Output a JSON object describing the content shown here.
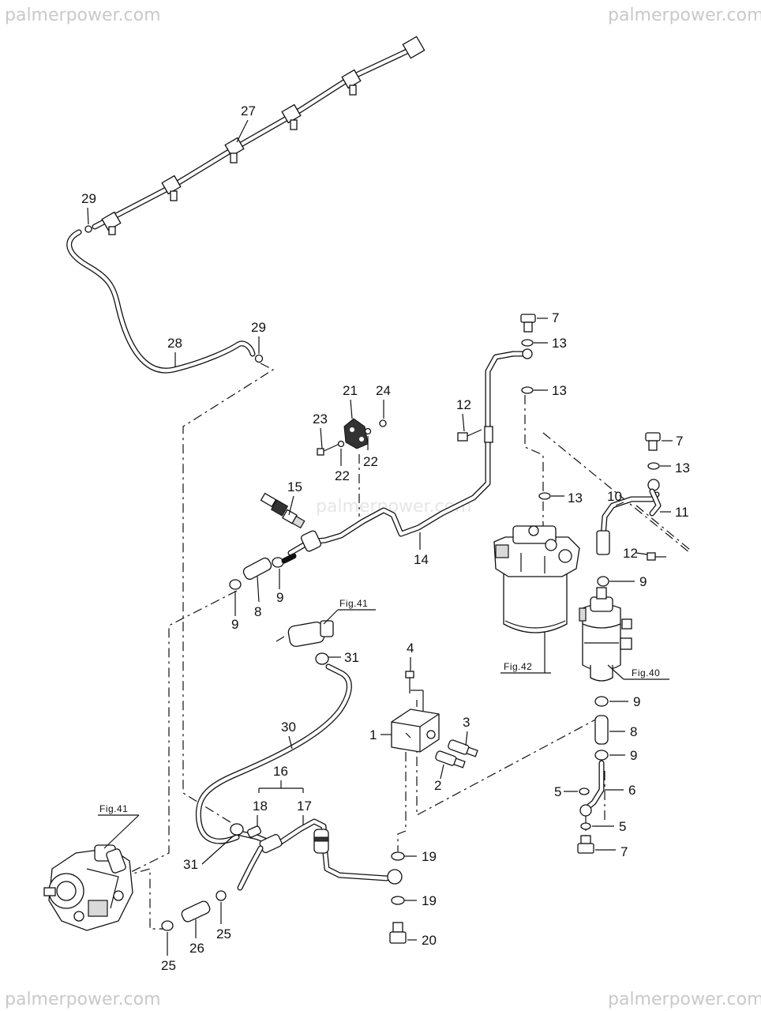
{
  "watermarks": {
    "top_left": "palmerpower.com",
    "top_right": "palmerpower.com",
    "bottom_left": "palmerpower.com",
    "bottom_right": "palmerpower.com",
    "center": "palmerpower.com"
  },
  "callouts": {
    "p1": "1",
    "p2": "2",
    "p3": "3",
    "p4": "4",
    "p5a": "5",
    "p5b": "5",
    "p6": "6",
    "p7a": "7",
    "p7b": "7",
    "p7c": "7",
    "p8a": "8",
    "p8b": "8",
    "p9a": "9",
    "p9b": "9",
    "p9c": "9",
    "p9d": "9",
    "p9e": "9",
    "p10": "10",
    "p11": "11",
    "p12a": "12",
    "p12b": "12",
    "p13a": "13",
    "p13b": "13",
    "p13c": "13",
    "p13d": "13",
    "p14": "14",
    "p15": "15",
    "p16": "16",
    "p17": "17",
    "p18": "18",
    "p19a": "19",
    "p19b": "19",
    "p20": "20",
    "p21": "21",
    "p22a": "22",
    "p22b": "22",
    "p23": "23",
    "p24": "24",
    "p25a": "25",
    "p25b": "25",
    "p26": "26",
    "p27": "27",
    "p28": "28",
    "p29a": "29",
    "p29b": "29",
    "p30": "30",
    "p31a": "31",
    "p31b": "31"
  },
  "figure_refs": {
    "fig41_top": "Fig.41",
    "fig41_left": "Fig.41",
    "fig42": "Fig.42",
    "fig40": "Fig.40"
  }
}
